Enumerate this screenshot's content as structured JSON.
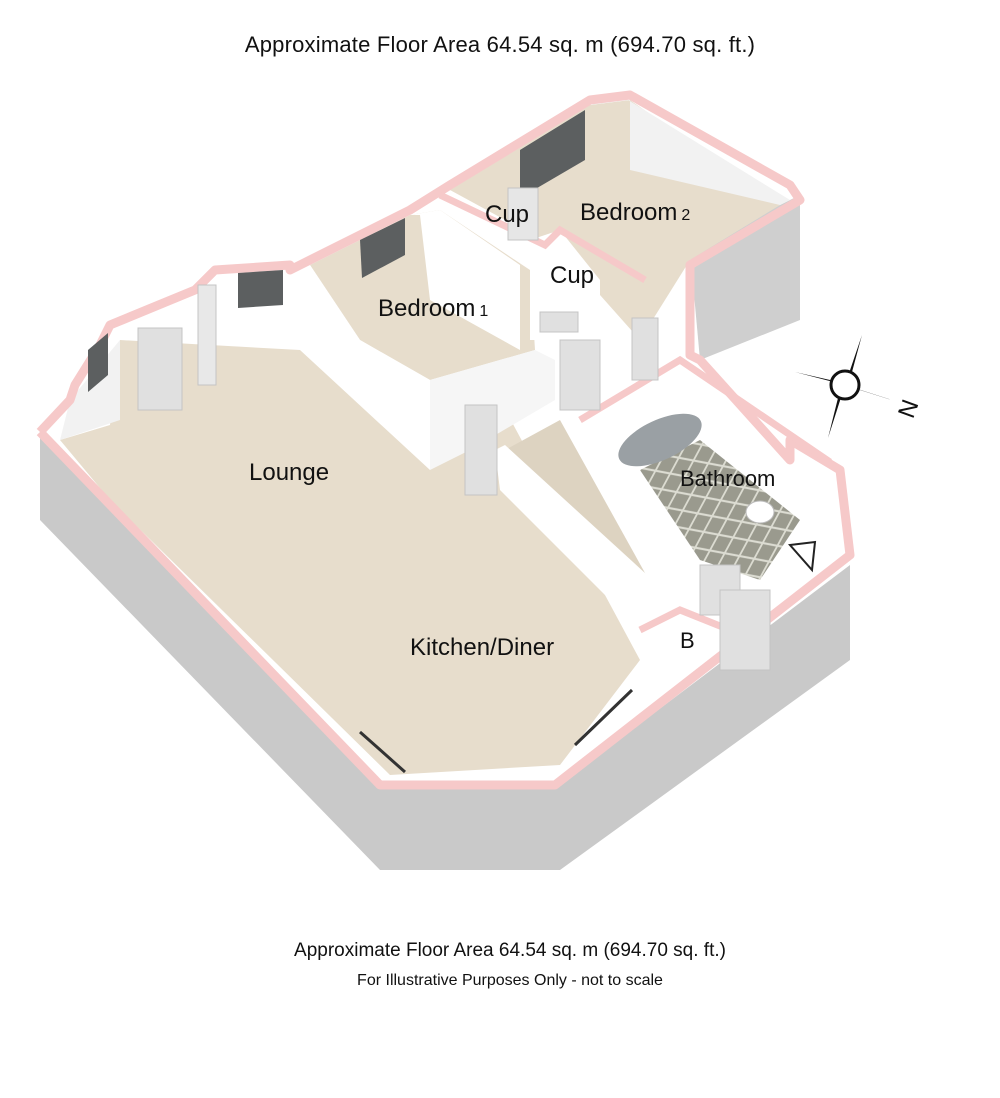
{
  "header": {
    "title": "Approximate Floor Area  64.54 sq. m (694.70 sq. ft.)"
  },
  "rooms": {
    "lounge": "Lounge",
    "kitchen_diner": "Kitchen/Diner",
    "bedroom1": {
      "name": "Bedroom",
      "num": "1"
    },
    "bedroom2": {
      "name": "Bedroom",
      "num": "2"
    },
    "cup_upper": "Cup",
    "cup_lower": "Cup",
    "bathroom": "Bathroom",
    "boiler": "B"
  },
  "compass": {
    "north_label": "N"
  },
  "footer": {
    "area": "Approximate Floor Area  64.54 sq. m (694.70 sq. ft.)",
    "note": "For Illustrative Purposes Only - not to scale"
  },
  "colors": {
    "wall_top": "#f6c9c9",
    "wall_side": "#c8c8c8",
    "wall_inner": "#ffffff",
    "floor": "#e6dccb",
    "window": "#5c5f60",
    "door": "#d9d9d9",
    "tile": "#8c8c82"
  }
}
